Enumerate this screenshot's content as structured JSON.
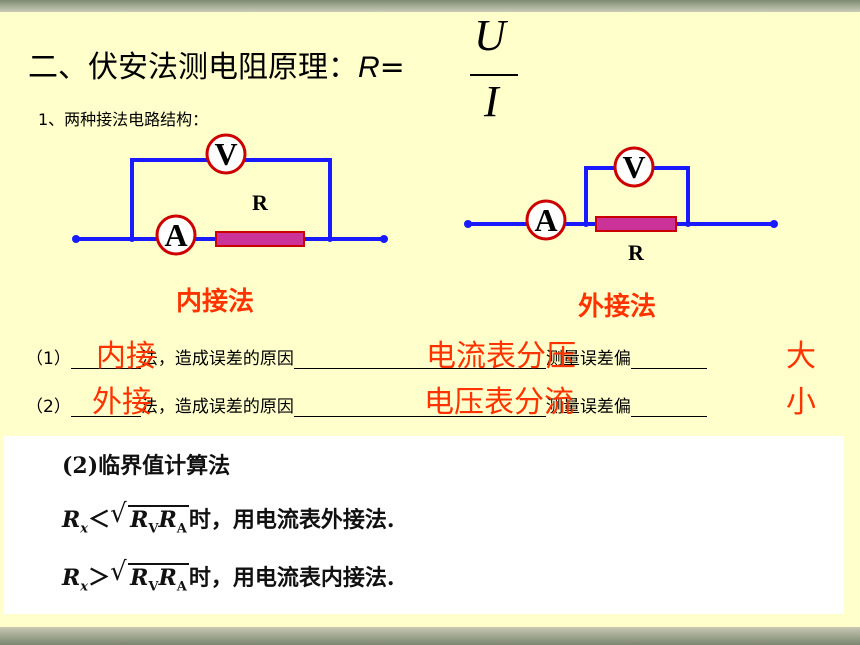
{
  "title": {
    "prefix": "二、伏安法测电阻原理：",
    "r": "R",
    "eq": "=",
    "num": "U",
    "den": "I"
  },
  "subtitle": "1、两种接法电路结构：",
  "circuit1": {
    "v": "V",
    "a": "A",
    "r": "R",
    "label": "内接法"
  },
  "circuit2": {
    "v": "V",
    "a": "A",
    "r": "R",
    "label": "外接法"
  },
  "rows": [
    {
      "num": "（1）",
      "mid": "法，造成误差的原因",
      "end": "测量误差偏",
      "a1": "内接",
      "a2": "电流表分压",
      "a3": "大"
    },
    {
      "num": "（2）",
      "mid": "法，造成误差的原因",
      "end": "测量误差偏",
      "a1": "外接",
      "a2": "电压表分流",
      "a3": "小"
    }
  ],
  "box": {
    "heading": "(2)临界值计算法",
    "line1": {
      "rx": "R",
      "sub": "x",
      "op": "＜",
      "rv": "R",
      "vsub": "V",
      "ra": "R",
      "asub": "A",
      "text": "时，用电流表外接法."
    },
    "line2": {
      "rx": "R",
      "sub": "x",
      "op": "＞",
      "rv": "R",
      "vsub": "V",
      "ra": "R",
      "asub": "A",
      "text": "时，用电流表内接法."
    }
  },
  "colors": {
    "wire": "#1a1aff",
    "resistor": "#cc3399",
    "answer": "#ff3300",
    "background": "#ffffcc"
  }
}
